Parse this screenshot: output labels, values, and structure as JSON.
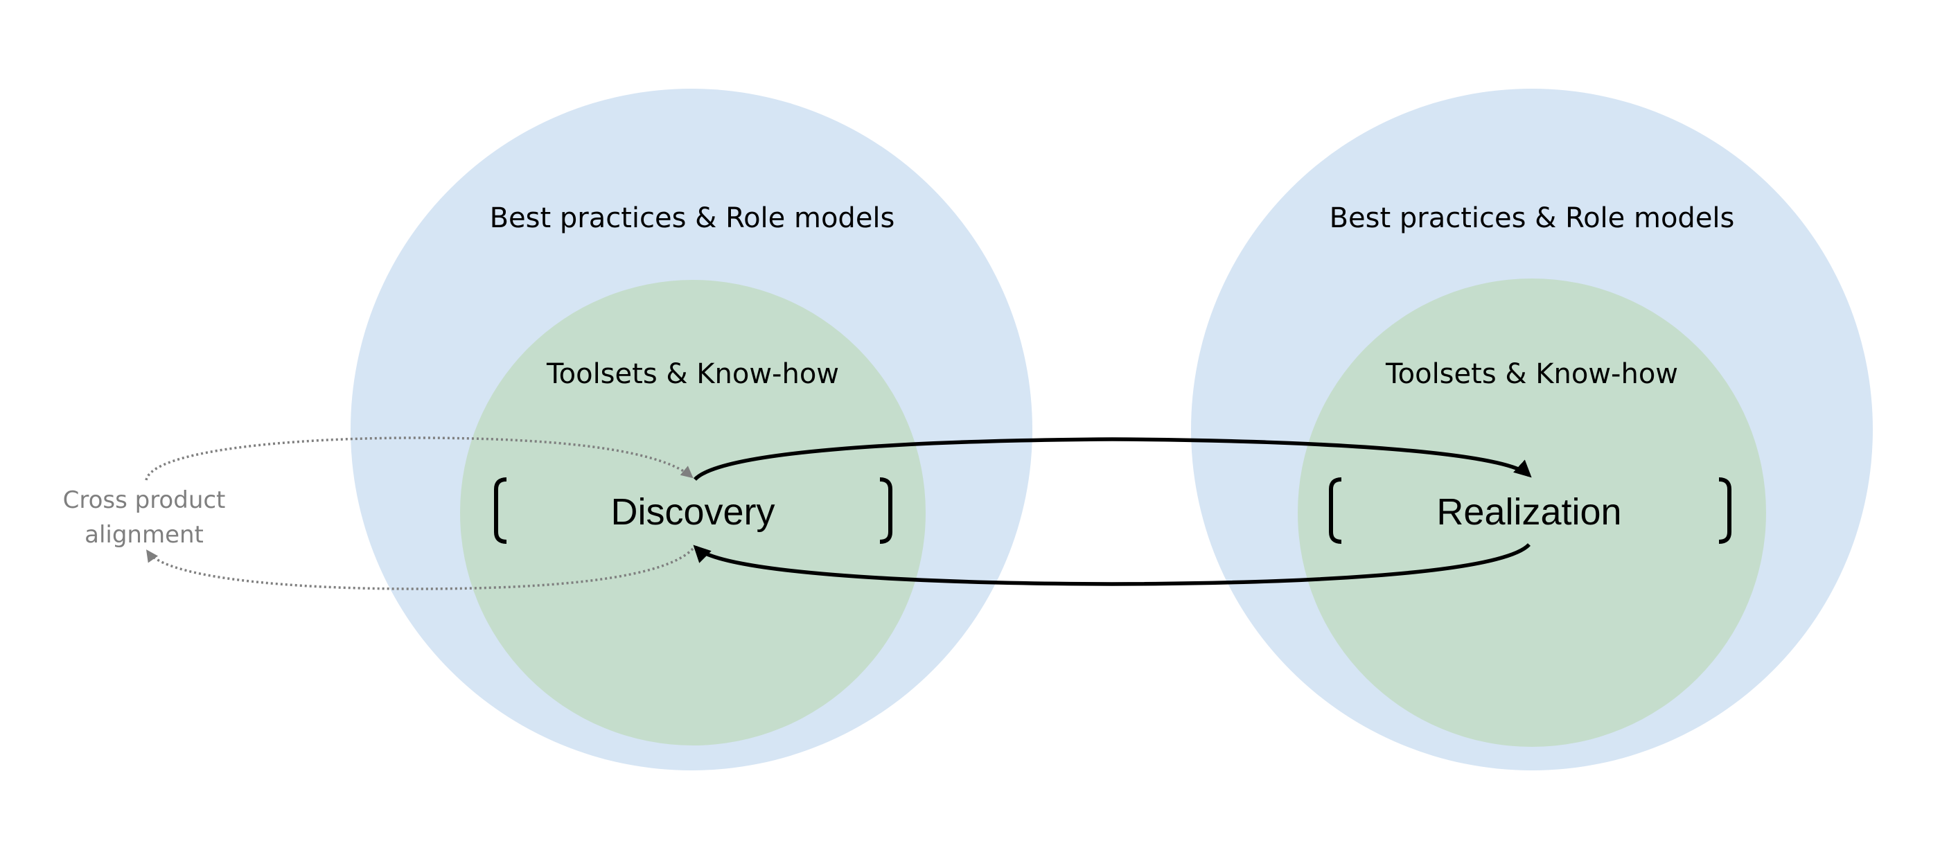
{
  "diagram": {
    "colors": {
      "outer_circle": "#d6e5f4",
      "inner_circle": "#c5ddcc",
      "flow_arrow": "#000000",
      "alignment_loop": "#7f7f7f",
      "alignment_text": "#7f7f7f"
    },
    "phases": [
      {
        "id": "discovery",
        "outer_label": "Best practices & Role models",
        "inner_label": "Toolsets & Know-how",
        "title": "Discovery"
      },
      {
        "id": "realization",
        "outer_label": "Best practices & Role models",
        "inner_label": "Toolsets & Know-how",
        "title": "Realization"
      }
    ],
    "connections": [
      {
        "from": "discovery",
        "to": "realization",
        "style": "solid"
      },
      {
        "from": "realization",
        "to": "discovery",
        "style": "solid"
      },
      {
        "from": "cross_product_alignment",
        "to": "discovery",
        "style": "dotted"
      },
      {
        "from": "discovery",
        "to": "cross_product_alignment",
        "style": "dotted"
      }
    ],
    "side_note": {
      "line1": "Cross product",
      "line2": "alignment"
    }
  }
}
